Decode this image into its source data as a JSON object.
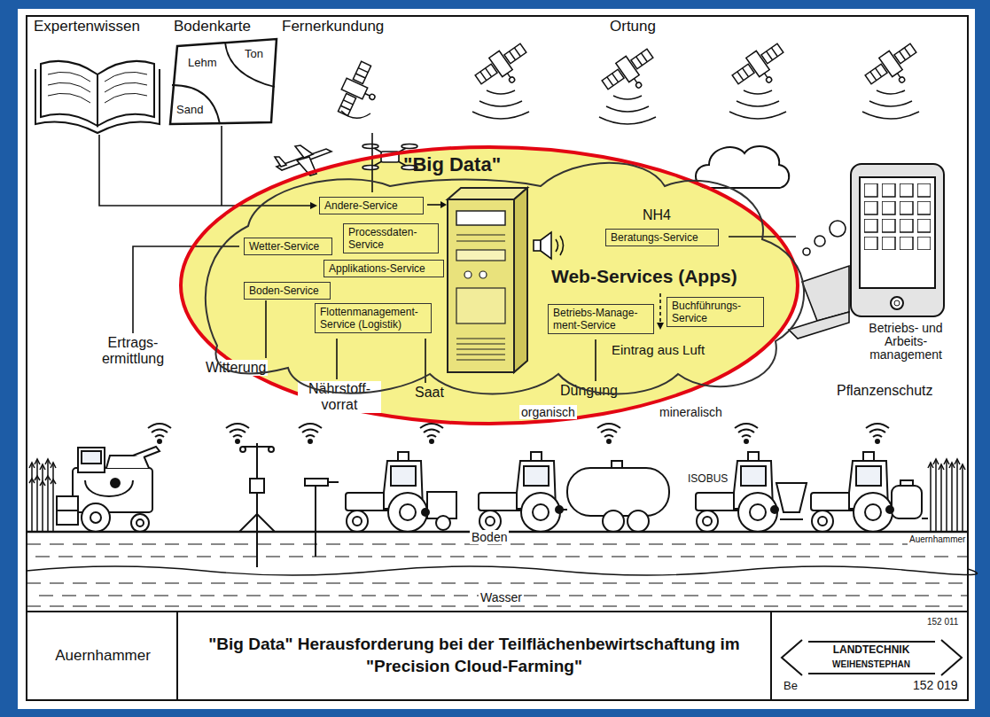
{
  "diagram": {
    "title": "\"Big Data\" Herausforderung bei der Teilflächenbewirtschaftung im \"Precision Cloud-Farming\"",
    "nodes": [
      {
        "text": [
          "\"Big Data\"",
          "Web-Services (Apps)"
        ]
      },
      {
        "text": [
          "Andere-Service"
        ],
        "in": 0
      },
      {
        "text": [
          "Wetter-Service"
        ],
        "in": 0
      },
      {
        "text": [
          "Processdaten- Service"
        ],
        "in": 0
      },
      {
        "text": [
          "Applikations-Service"
        ],
        "in": 0
      },
      {
        "text": [
          "Boden-Service"
        ],
        "in": 0
      },
      {
        "text": [
          "Flottenmanagement- Service (Logistik)"
        ],
        "in": 0
      },
      {
        "text": [
          "Beratungs-Service"
        ],
        "in": 0
      },
      {
        "text": [
          "Betriebs-Manage- ment-Service"
        ],
        "in": 0
      },
      {
        "text": [
          "Buchführungs- Service"
        ],
        "in": 0
      }
    ],
    "labels": [
      "Expertenwissen",
      "Bodenkarte",
      "Fernerkundung",
      "Ortung",
      "Ton",
      "Lehm",
      "Sand",
      "NH4",
      "Eintrag aus Luft",
      "Ertrags- ermittlung",
      "Witterung",
      "Nährstoff- vorrat",
      "Saat",
      "Düngung",
      "organisch",
      "mineralisch",
      "Pflanzenschutz",
      "Betriebs- und Arbeits- management",
      "ISOBUS",
      "Boden",
      "Auernhammer",
      "Wasser",
      "Auernhammer",
      "152 011",
      "LANDTECHNIK",
      "WEIHENSTEPHAN",
      "Be",
      "152 019"
    ]
  }
}
